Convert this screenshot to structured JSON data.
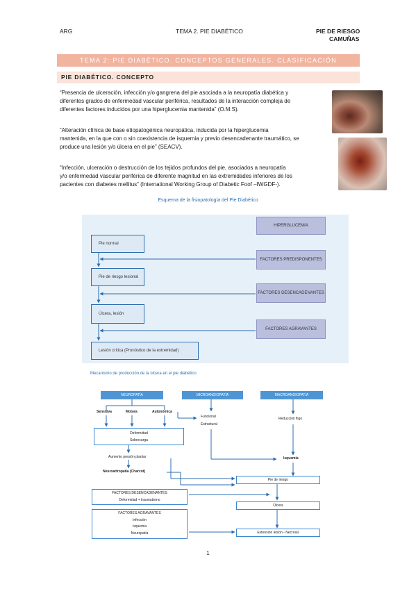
{
  "header": {
    "left": "ARG",
    "center": "TEMA 2. PIE DIABÉTICO",
    "right_line1": "PIE DE RIESGO",
    "right_line2": "CAMUÑAS"
  },
  "banner": "TEMA 2: PIE DIABÉTICO. CONCEPTOS GENERALES. CLASIFICACIÓN",
  "section": "PIE DIABÉTICO. CONCEPTO",
  "definitions": [
    {
      "lines": [
        "“Presencia de ulceración, infección y/o gangrena del pie asociada a la neuropatía diabética y",
        "diferentes grados de enfermedad vascular periférica, resultados de la interacción compleja de",
        "diferentes factores inducidos por una hiperglucemia mantenida” (O.M.S)."
      ]
    },
    {
      "lines": [
        "“Alteración clínica de base etiopatogénica neuropática, inducida por la hiperglucemia",
        "mantenida, en la que con o sin coexistencia de isquemia y previo desencadenante traumático, se",
        "produce una lesión y/o úlcera en el pie” (SEACV)."
      ]
    },
    {
      "lines": [
        "“Infección, ulceración o destrucción de los tejidos profundos del pie, asociados a neuropatía",
        "y/o enfermedad vascular periférica de diferente magnitud en las extremidades inferiores de los",
        "pacientes con diabetes mellitus” (International Working Group of Diabetic Foof –IWGDF-)."
      ]
    }
  ],
  "diagram1": {
    "title": "Esquema de la fisiopatología del Pie Diabético",
    "left_boxes": [
      "Pie normal",
      "Pie de riesgo lesional",
      "Úlcera, lesión",
      "Lesión crítica (Pronóstico de la extremidad)"
    ],
    "right_boxes": [
      "HIPERGLUCEMIA",
      "FACTORES PREDISPONENTES",
      "FACTORES DESENCADENANTES",
      "FACTORES AGRAVANTES"
    ]
  },
  "diagram2": {
    "title": "Mecanismo de producción de la úlcera en el pie diabético",
    "headers": [
      "NEUROPATÍA",
      "MICROANGIOPATÍA",
      "MACROANGIOPATÍA"
    ],
    "neuro_types": [
      "Sensitiva",
      "Motora",
      "Autonómica"
    ],
    "micro_items": [
      "Funcional",
      "Estructural"
    ],
    "macro_item": "Reducción flujo",
    "box_deformidad": [
      "Deformidad",
      "Sobrecarga"
    ],
    "aumento": "Aumento presión plantar",
    "charcot": "Neuroartropatía (Charcot)",
    "isquemia": "Isquemia",
    "pie_riesgo": "Pie de riesgo",
    "desencadenantes": [
      "FACTORES DESENCADENANTES",
      "Deformidad + traumatismo"
    ],
    "ulcera": "Úlcera",
    "agravantes": [
      "FACTORES AGRAVANTES",
      "Infección",
      "Isquemia",
      "Neuropatía"
    ],
    "extension": "Extensión lesión - Necrosis"
  },
  "page_number": "1",
  "colors": {
    "banner": "#f2b49f",
    "section": "#fbe3d9",
    "diagram_blue": "#2b6db0",
    "header_blue": "#4f95d4"
  }
}
